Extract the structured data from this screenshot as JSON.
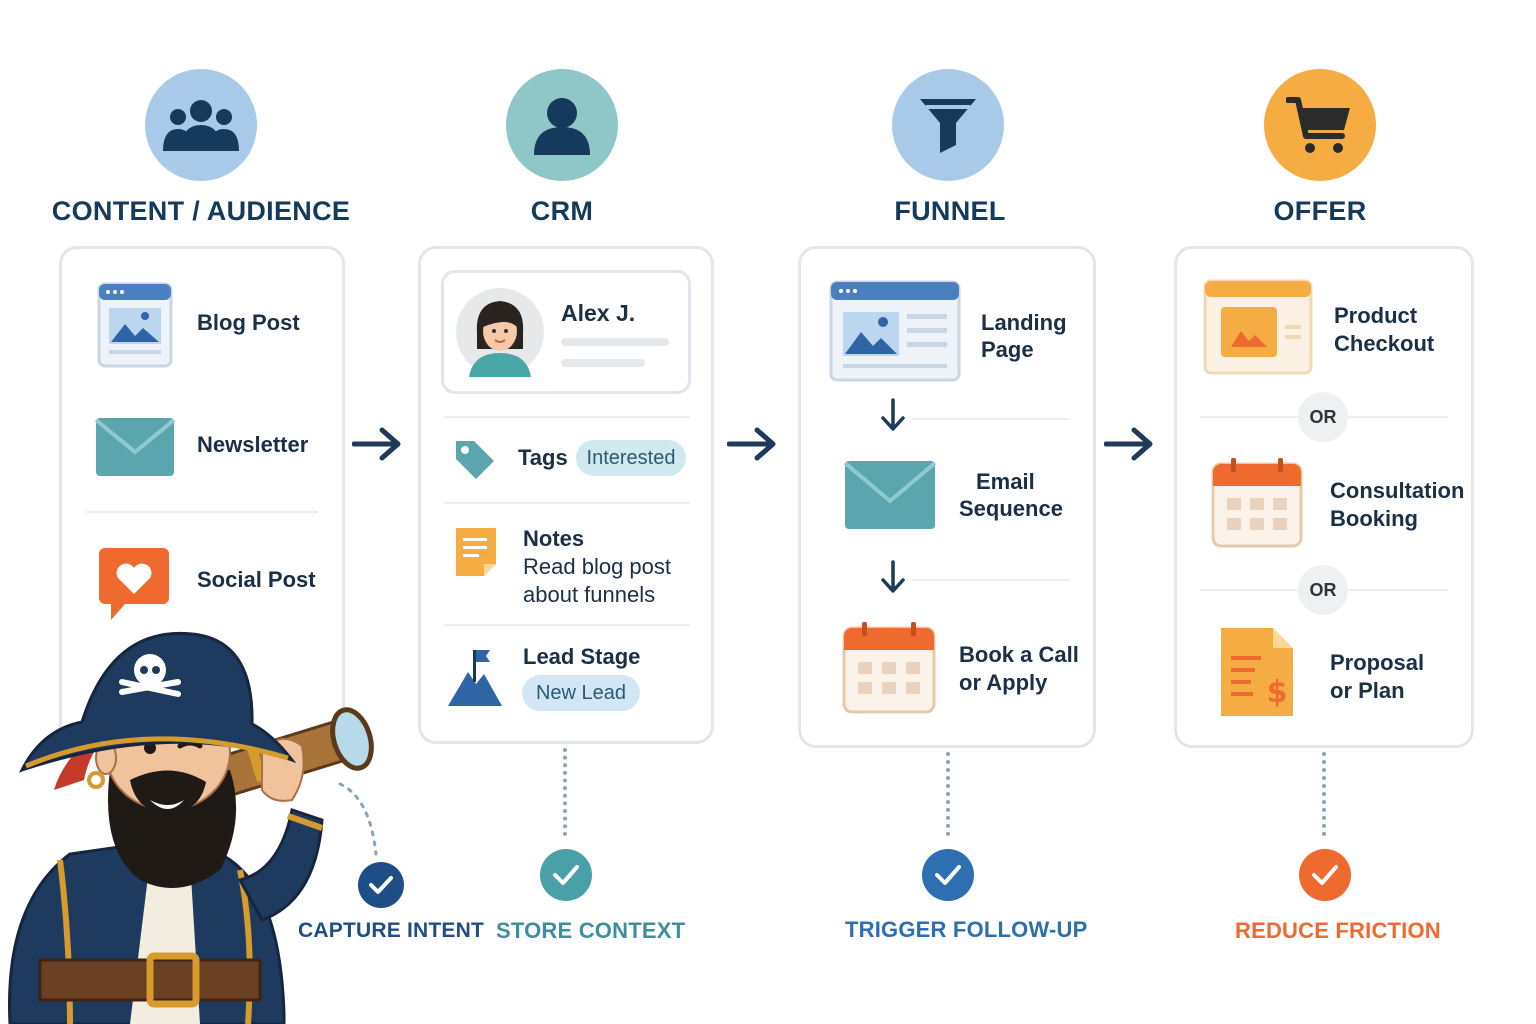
{
  "stages": [
    {
      "title": "CONTENT / AUDIENCE",
      "icon": "people-icon",
      "color": "#a9c9e9"
    },
    {
      "title": "CRM",
      "icon": "user-icon",
      "color": "#8fc7c9"
    },
    {
      "title": "FUNNEL",
      "icon": "funnel-icon",
      "color": "#a9c9e9"
    },
    {
      "title": "OFFER",
      "icon": "cart-icon",
      "color": "#f5ad43"
    }
  ],
  "content_card": {
    "items": [
      {
        "label": "Blog Post",
        "icon": "blog-post-icon"
      },
      {
        "label": "Newsletter",
        "icon": "envelope-icon"
      },
      {
        "label": "Social Post",
        "icon": "heart-chat-icon"
      }
    ]
  },
  "crm_card": {
    "contact_name": "Alex J.",
    "tags_label": "Tags",
    "tag_value": "Interested",
    "notes_label": "Notes",
    "notes_line1": "Read blog post",
    "notes_line2": "about funnels",
    "lead_stage_label": "Lead Stage",
    "lead_stage_value": "New Lead"
  },
  "funnel_card": {
    "landing_line1": "Landing",
    "landing_line2": "Page",
    "email_line1": "Email",
    "email_line2": "Sequence",
    "call_line1": "Book a Call",
    "call_line2": "or Apply"
  },
  "offer_card": {
    "checkout_line1": "Product",
    "checkout_line2": "Checkout",
    "or_label": "OR",
    "consult_line1": "Consultation",
    "consult_line2": "Booking",
    "proposal_line1": "Proposal",
    "proposal_line2": "or Plan"
  },
  "outcomes": [
    {
      "label": "CAPTURE INTENT",
      "color": "#1f4e86"
    },
    {
      "label": "STORE CONTEXT",
      "color": "#3d8f9c"
    },
    {
      "label": "TRIGGER FOLLOW-UP",
      "color": "#2d6fb0"
    },
    {
      "label": "REDUCE FRICTION",
      "color": "#ef6a2e"
    }
  ],
  "colors": {
    "navy": "#163a5c",
    "arrow": "#1e3a5a",
    "orange": "#ef6a2e",
    "teal": "#4aa0a8"
  }
}
